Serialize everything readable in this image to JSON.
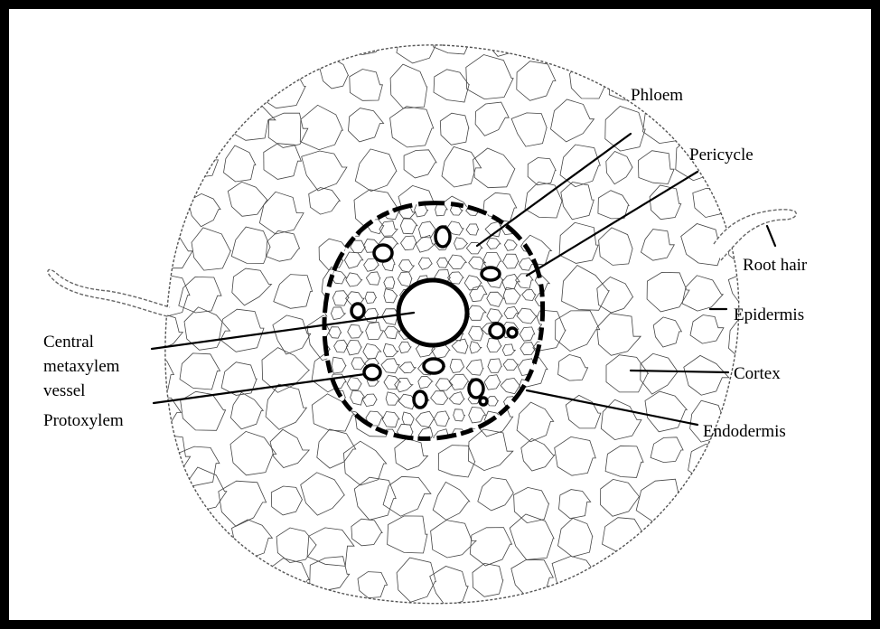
{
  "diagram": {
    "labels": {
      "phloem": "Phloem",
      "pericycle": "Pericycle",
      "root_hair": "Root hair",
      "epidermis": "Epidermis",
      "cortex": "Cortex",
      "endodermis": "Endodermis",
      "central_metaxylem_line1": "Central",
      "central_metaxylem_line2": "metaxylem",
      "central_metaxylem_line3": "vessel",
      "protoxylem": "Protoxylem"
    }
  }
}
